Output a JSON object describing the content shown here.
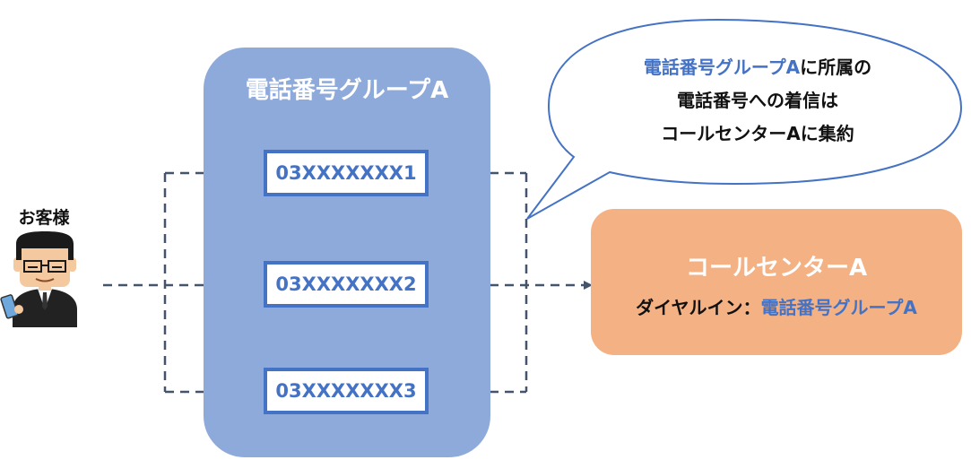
{
  "group": {
    "title": "電話番号グループA",
    "numbers": [
      "03XXXXXXX1",
      "03XXXXXXX2",
      "03XXXXXXX3"
    ]
  },
  "customer": {
    "label": "お客様"
  },
  "call_center": {
    "title": "コールセンターA",
    "dialin_label": "ダイヤルイン：",
    "dialin_value": "電話番号グループA"
  },
  "callout": {
    "line1_highlight": "電話番号グループA",
    "line1_rest": "に所属の",
    "line2": "電話番号への着信は",
    "line3": "コールセンターAに集約"
  },
  "colors": {
    "group_fill": "#8eaadb",
    "accent_blue": "#4472c4",
    "center_fill": "#f4b183",
    "arrow": "#44546a"
  },
  "icons": [
    "customer-businessman-icon",
    "smartphone-icon"
  ]
}
